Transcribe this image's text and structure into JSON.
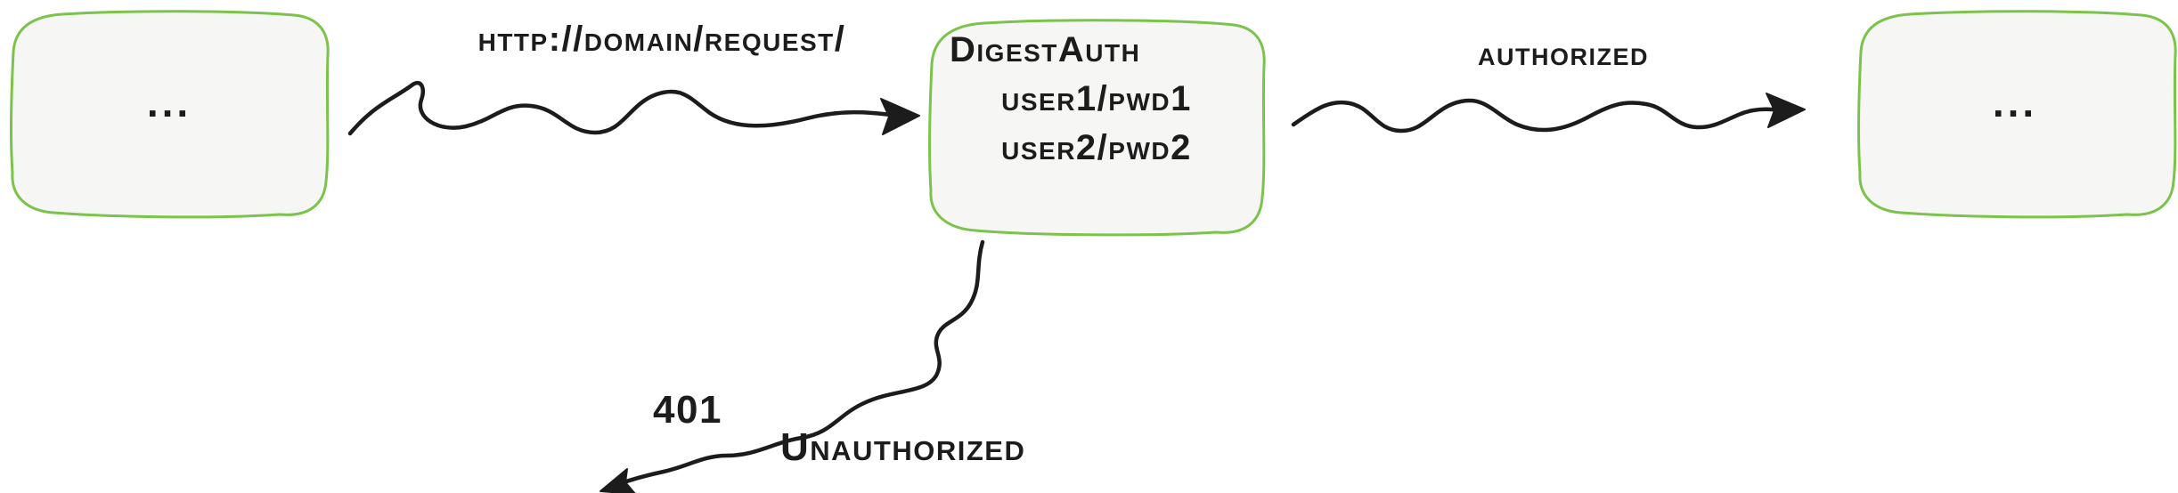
{
  "nodes": {
    "left": {
      "label": "..."
    },
    "auth": {
      "lines": [
        "DigestAuth",
        "user1/pwd1",
        "user2/pwd2"
      ]
    },
    "right": {
      "label": "..."
    }
  },
  "edges": {
    "request": {
      "label": "http://domain/request/"
    },
    "authorized": {
      "label": "authorized"
    },
    "unauthorized": {
      "code": "401",
      "label": "Unauthorized"
    }
  },
  "colors": {
    "node_border": "#7bc34c",
    "node_fill": "#f6f6f4",
    "ink": "#1c1c1c"
  }
}
